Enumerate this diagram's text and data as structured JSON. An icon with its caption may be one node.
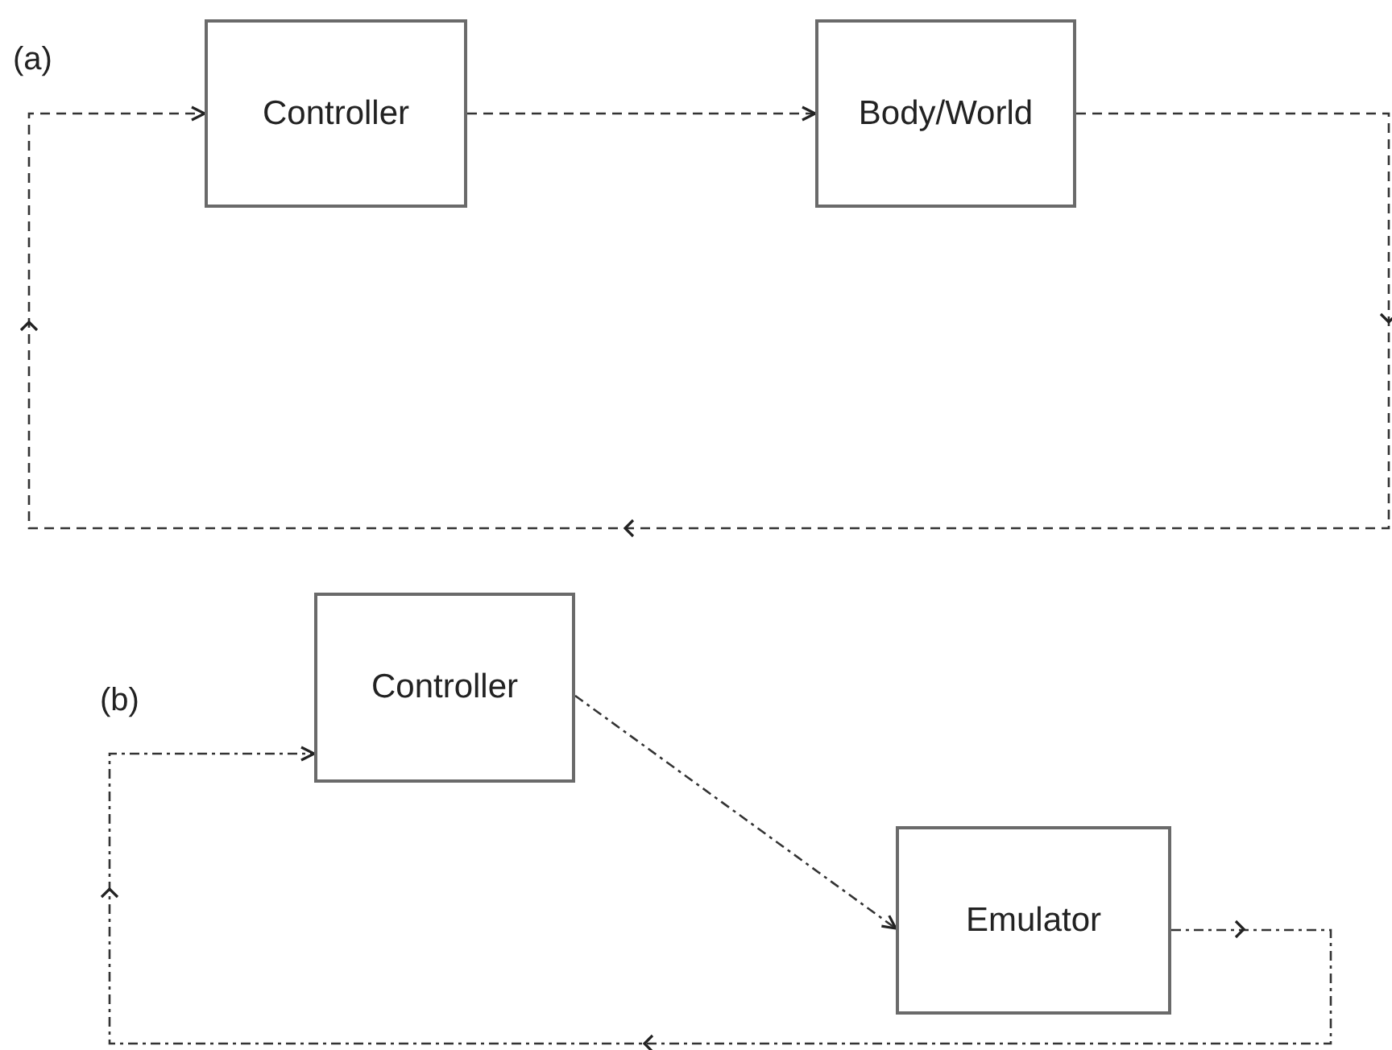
{
  "diagram": {
    "nodes": [
      {
        "text": [
          "Controller"
        ]
      },
      {
        "text": [
          "Body/World"
        ]
      },
      {
        "text": [
          "Controller"
        ]
      },
      {
        "text": [
          "Emulator"
        ]
      }
    ],
    "edges": [
      {
        "from": 0,
        "to": 1,
        "arrow": "to",
        "style": "dashed"
      },
      {
        "from": 1,
        "to": 0,
        "arrow": "to",
        "style": "dashed"
      },
      {
        "from": 2,
        "to": 3,
        "arrow": "to",
        "style": "dashed"
      },
      {
        "from": 3,
        "to": 2,
        "arrow": "to",
        "style": "dashed"
      }
    ],
    "labels": [
      "(a)",
      "(b)"
    ]
  }
}
